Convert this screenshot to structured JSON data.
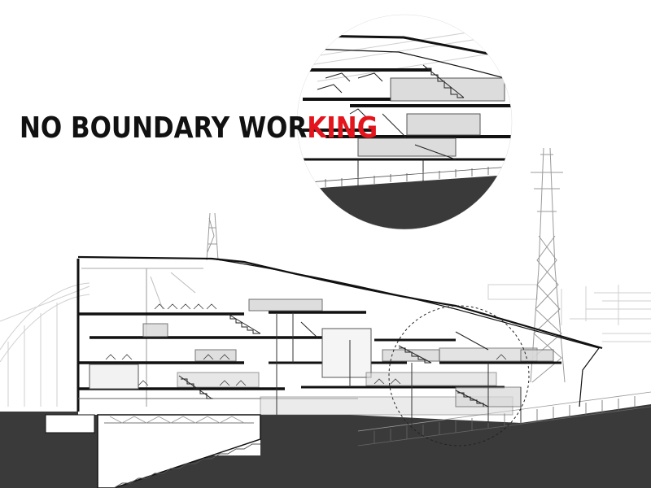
{
  "title": {
    "black_part": "NO BOUNDARY WOR",
    "red_part": "KING"
  },
  "colors": {
    "title_black": "#111111",
    "title_red": "#e3141b",
    "ground_fill": "#3a3a3a",
    "line": "#111111",
    "context_line": "#c8c8c8"
  },
  "drawing": {
    "view": "building section",
    "detail_callout": "circular enlarged detail",
    "context": [
      "bridge",
      "transmission tower",
      "distant buildings"
    ]
  }
}
